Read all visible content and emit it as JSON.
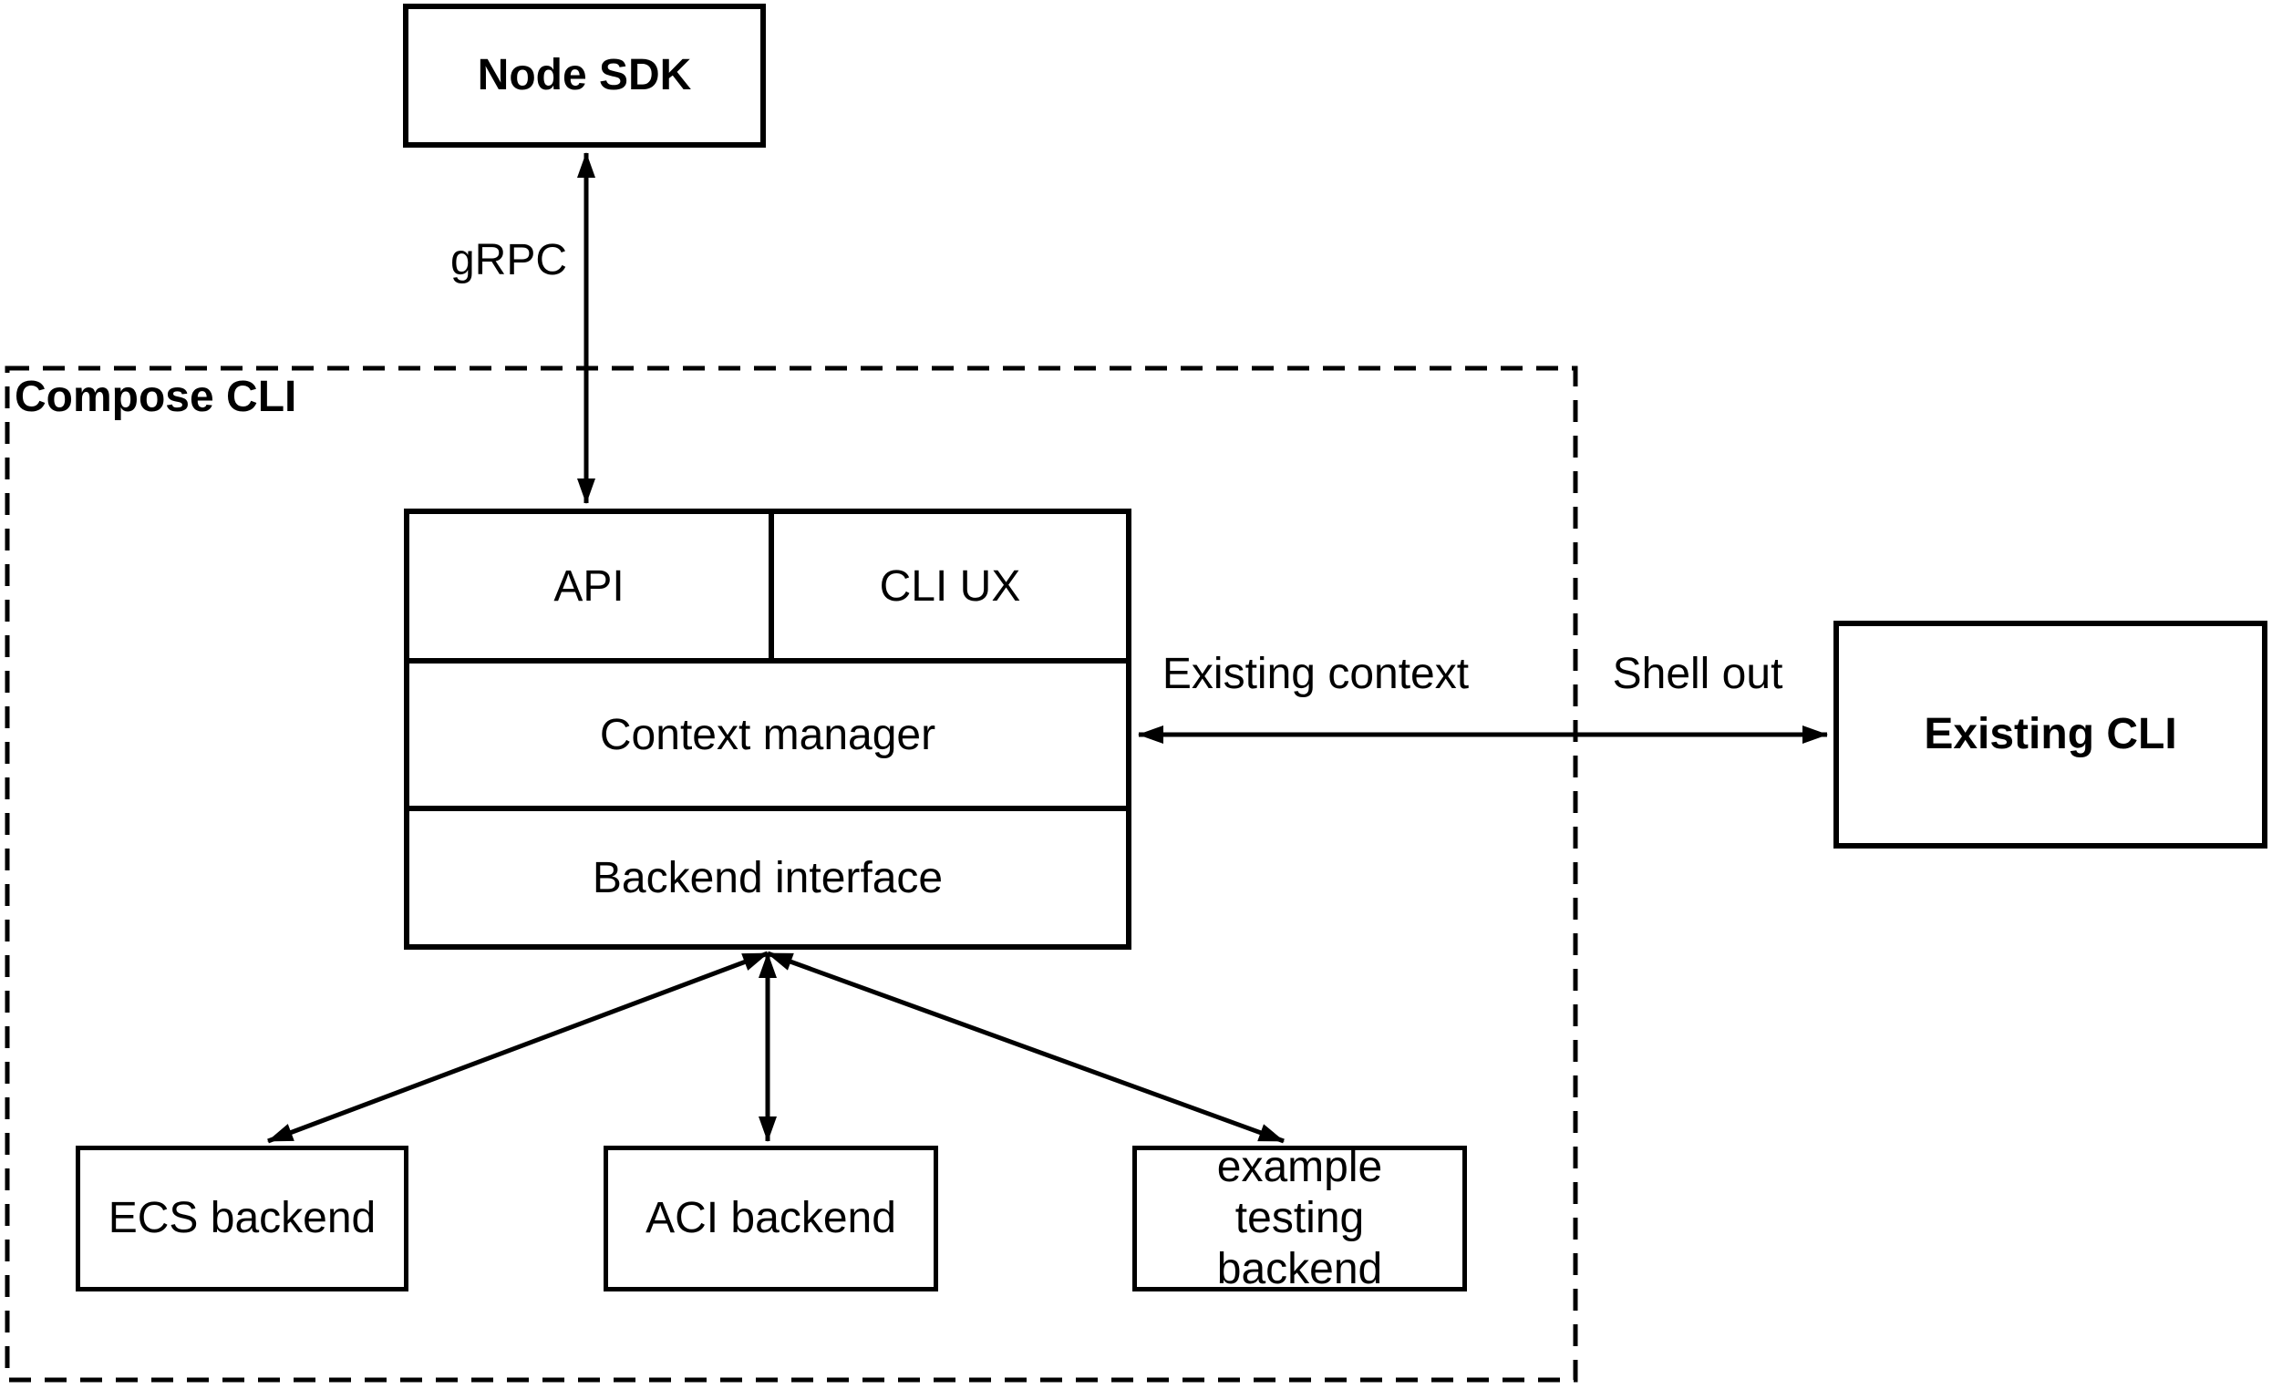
{
  "diagram": {
    "background": "#ffffff",
    "stroke_color": "#000000",
    "nodes": {
      "node_sdk": "Node SDK",
      "compose_cli_group": "Compose CLI",
      "api": "API",
      "cli_ux": "CLI UX",
      "context_manager": "Context manager",
      "backend_interface": "Backend interface",
      "existing_cli": "Existing CLI",
      "ecs_backend": "ECS backend",
      "aci_backend": "ACI backend",
      "example_testing_backend": "example testing backend"
    },
    "edge_labels": {
      "grpc": "gRPC",
      "existing_context": "Existing context",
      "shell_out": "Shell out"
    }
  }
}
